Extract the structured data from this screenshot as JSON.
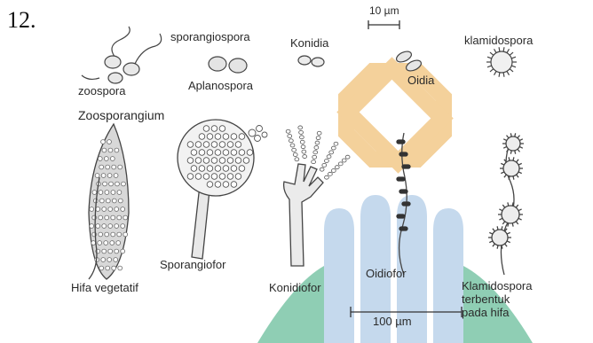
{
  "figure_number": "12.",
  "labels": {
    "sporangiospora": "sporangiospora",
    "konidia": "Konidia",
    "scale_top": "10 µm",
    "klamidospora": "klamidospora",
    "zoospora": "zoospora",
    "aplanospora": "Aplanospora",
    "oidia": "Oidia",
    "zoosporangium": "Zoosporangium",
    "sporangiofor": "Sporangiofor",
    "hifa_vegetatif": "Hifa vegetatif",
    "konidiofor": "Konidiofor",
    "oidiofor": "Oidiofor",
    "klamidospora_hifa": "Klamidospora\nterbentuk\npada hifa",
    "scale_bottom": "100 µm"
  },
  "watermark": {
    "colors": {
      "gold": "#f3c98a",
      "blue": "#bcd3ea",
      "green": "#7cc6a8"
    }
  }
}
